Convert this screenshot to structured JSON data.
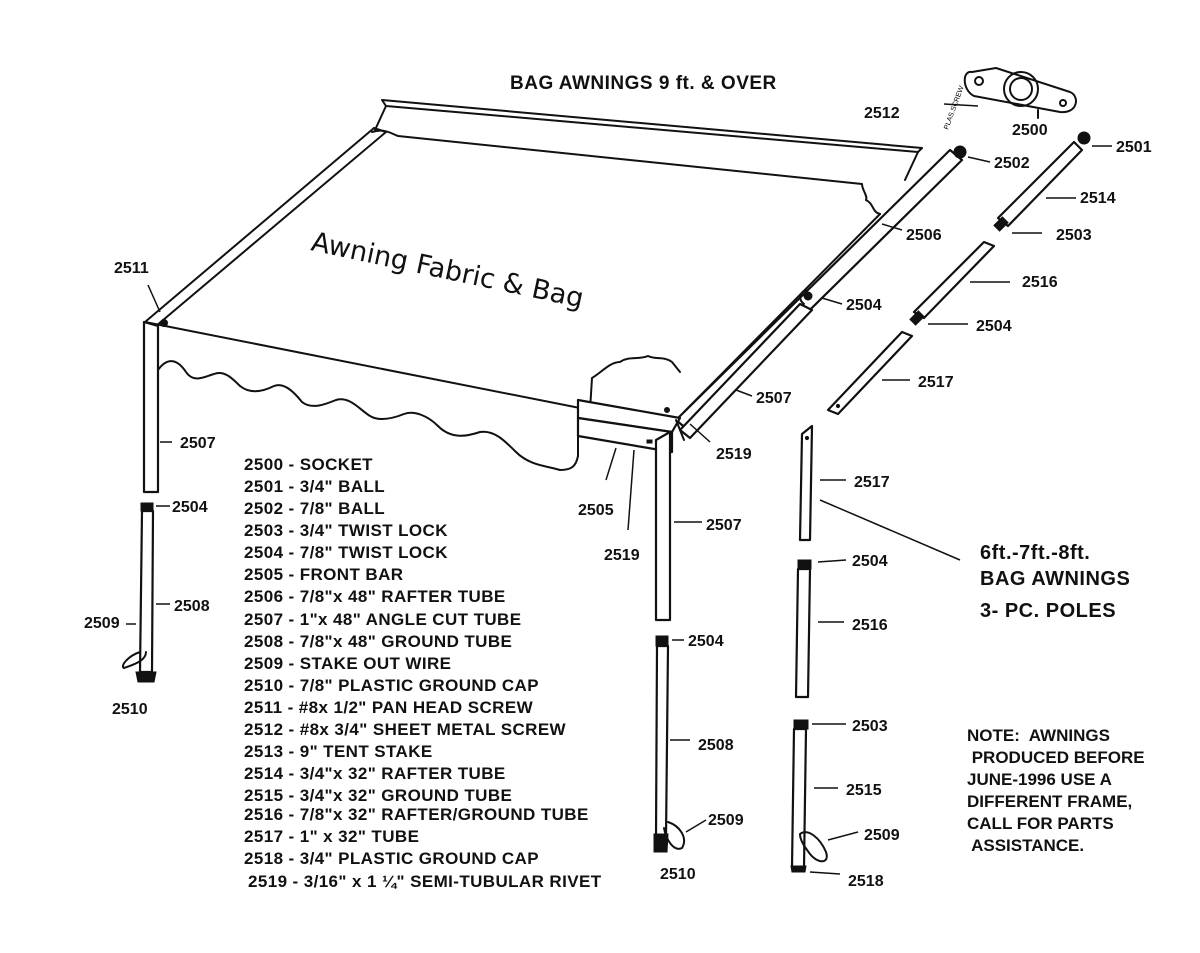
{
  "title": "BAG AWNINGS 9 ft. & OVER",
  "fabric_label": "Awning Fabric & Bag",
  "callouts": {
    "c2500": "2500",
    "c2501": "2501",
    "c2502": "2502",
    "c2503_top": "2503",
    "c2503_bot": "2503",
    "c2504_rafter": "2504",
    "c2504_right": "2504",
    "c2504_left": "2504",
    "c2504_mid": "2504",
    "c2504_pole": "2504",
    "c2505": "2505",
    "c2506": "2506",
    "c2507_rafter": "2507",
    "c2507_left": "2507",
    "c2507_mid": "2507",
    "c2508_left": "2508",
    "c2508_mid": "2508",
    "c2509_left": "2509",
    "c2509_mid": "2509",
    "c2509_right": "2509",
    "c2510_left": "2510",
    "c2510_mid": "2510",
    "c2511": "2511",
    "c2512": "2512",
    "c2514": "2514",
    "c2515": "2515",
    "c2516_top": "2516",
    "c2516_pole": "2516",
    "c2517_top": "2517",
    "c2517_pole": "2517",
    "c2518": "2518",
    "c2519_front": "2519",
    "c2519_side": "2519"
  },
  "parts_list": [
    "2500 - SOCKET",
    "2501 - 3/4\" BALL",
    "2502 - 7/8\" BALL",
    "2503 - 3/4\" TWIST LOCK",
    "2504 - 7/8\" TWIST LOCK",
    "2505 - FRONT BAR",
    "2506 - 7/8\"x 48\" RAFTER TUBE",
    "2507 - 1\"x 48\" ANGLE CUT TUBE",
    "2508 - 7/8\"x 48\" GROUND TUBE",
    "2509 - STAKE OUT WIRE",
    "2510 - 7/8\" PLASTIC GROUND CAP",
    "2511 - #8x 1/2\" PAN HEAD SCREW",
    "2512 - #8x 3/4\" SHEET METAL SCREW",
    "2513 - 9\" TENT STAKE",
    "2514 - 3/4\"x 32\" RAFTER TUBE",
    "2515 - 3/4\"x 32\" GROUND TUBE",
    "2516 - 7/8\"x 32\" RAFTER/GROUND TUBE",
    "2517 - 1\" x 32\" TUBE",
    "2518 - 3/4\" PLASTIC GROUND CAP",
    "2519 - 3/16\" x 1 ¼\" SEMI-TUBULAR RIVET"
  ],
  "side_label": [
    "6ft.-7ft.-8ft.",
    "BAG AWNINGS",
    "3- PC. POLES"
  ],
  "note": [
    "NOTE:  AWNINGS",
    " PRODUCED BEFORE",
    "JUNE-1996 USE A",
    "DIFFERENT FRAME,",
    "CALL FOR PARTS",
    " ASSISTANCE."
  ]
}
